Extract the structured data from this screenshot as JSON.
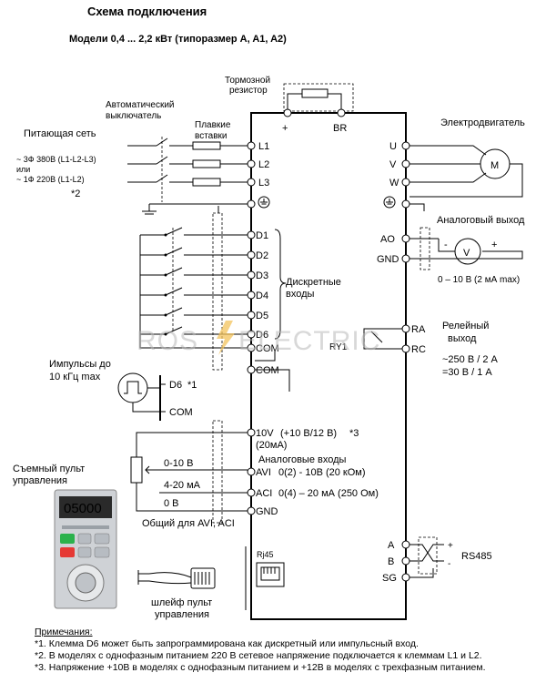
{
  "title": "Схема подключения",
  "subtitle": "Модели 0,4 ... 2,2 кВт (типоразмер A, A1, A2)",
  "brake": {
    "label1": "Тормозной",
    "label2": "резистор",
    "plus": "+",
    "br": "BR"
  },
  "breaker": {
    "line1": "Автоматический",
    "line2": "выключатель"
  },
  "fuses": {
    "line1": "Плавкие",
    "line2": "вставки"
  },
  "supply": {
    "title": "Питающая сеть",
    "opt1": "~ 3Ф 380В (L1-L2-L3)",
    "or": "или",
    "opt2": "~ 1Ф 220В (L1-L2)",
    "note": "*2"
  },
  "terminals": {
    "l1": "L1",
    "l2": "L2",
    "l3": "L3",
    "u": "U",
    "v": "V",
    "w": "W",
    "d1": "D1",
    "d2": "D2",
    "d3": "D3",
    "d4": "D4",
    "d5": "D5",
    "d6": "D6",
    "com1": "COM",
    "com2": "COM",
    "ao": "AO",
    "gnd_ao": "GND",
    "ra": "RA",
    "rc": "RC",
    "ry": "RY1",
    "v10": "10V",
    "avi": "AVI",
    "aci": "ACI",
    "gnd": "GND",
    "a": "A",
    "b": "B",
    "sg": "SG"
  },
  "motor": {
    "label": "Электродвигатель",
    "symbol": "M"
  },
  "analog_out": {
    "label": "Аналоговый выход",
    "range": "0 – 10 В (2 мА max)",
    "meter": "V",
    "minus": "-",
    "plus": "+"
  },
  "digital_inputs": {
    "line1": "Дискретные",
    "line2": "входы"
  },
  "relay": {
    "line1": "Релейный",
    "line2": "выход",
    "spec1": "~250 В / 2 А",
    "spec2": "=30 В / 1 А"
  },
  "pulse": {
    "line1": "Импульсы до",
    "line2": "10 кГц max",
    "d6": "D6",
    "note": "*1",
    "com": "COM"
  },
  "analog_in": {
    "ref": "(+10 В/12 В)",
    "ref_note": "*3",
    "ref_ma": "(20мА)",
    "heading": "Аналоговые входы",
    "avi_desc": "0(2) - 10В (20 кОм)",
    "aci_desc": "0(4) – 20 мА (250 Ом)",
    "l010": "0-10 В",
    "l420": "4-20 мА",
    "l0": "0 В",
    "common": "Общий для AVI, ACI"
  },
  "keypad": {
    "line1": "Съемный пульт",
    "line2": "управления",
    "display": "05000"
  },
  "rj45": "Rj45",
  "cable": {
    "line1": "шлейф пульт",
    "line2": "управления"
  },
  "rs485": {
    "label": "RS485",
    "plus": "+",
    "minus": "-"
  },
  "watermark": {
    "left": "ROS",
    "right": "ELECTRIC"
  },
  "notes": {
    "title": "Примечания:",
    "n1": "*1. Клемма D6 может быть запрограммирована как дискретный или импульсный вход.",
    "n2": "*2. В моделях с однофазным питанием 220 В сетевое напряжение подключается к клеммам L1 и L2.",
    "n3": "*3. Напряжение +10В в моделях с однофазным питанием и +12В в моделях с трехфазным питанием."
  }
}
